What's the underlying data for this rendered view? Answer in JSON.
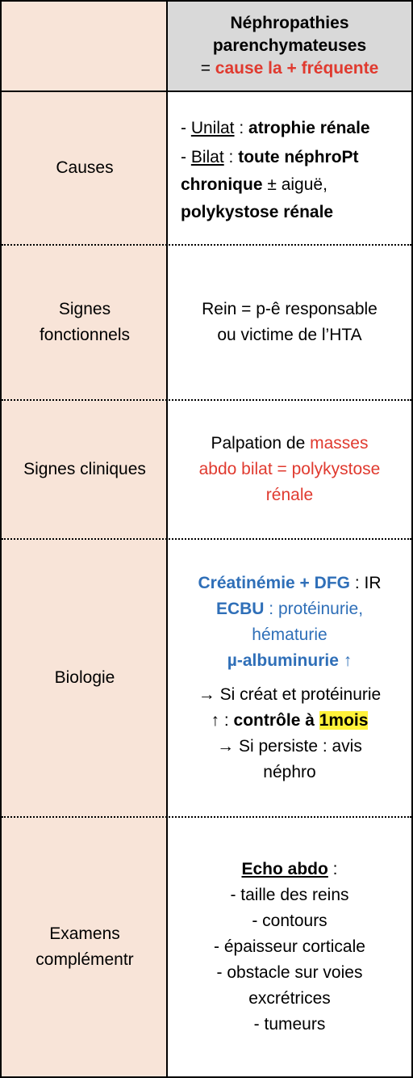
{
  "header": {
    "line1": "Néphropathies",
    "line2": "parenchymateuses",
    "line3_prefix": "= ",
    "line3_red": "cause la + fréquente"
  },
  "rows": {
    "causes": {
      "label": "Causes",
      "unilat_label": "Unilat",
      "unilat_sep": " : ",
      "unilat_text": "atrophie rénale",
      "bilat_label": "Bilat",
      "bilat_sep": " : ",
      "bilat_text1": "toute néphroPt chronique",
      "bilat_text2": " ± aiguë,",
      "bilat_text3": "polykystose rénale",
      "dash": "- "
    },
    "signes_fonctionnels": {
      "label_line1": "Signes",
      "label_line2": "fonctionnels",
      "text_line1": "Rein = p-ê responsable",
      "text_line2": "ou victime de l’HTA"
    },
    "signes_cliniques": {
      "label": "Signes cliniques",
      "text_prefix": "Palpation de ",
      "text_red1": "masses",
      "text_red2": "abdo bilat = polykystose",
      "text_red3": "rénale"
    },
    "biologie": {
      "label": "Biologie",
      "creat_bold": "Créatinémie + DFG",
      "creat_rest": " : IR",
      "ecbu_bold": "ECBU",
      "ecbu_rest": " : protéinurie,",
      "hematurie": "hématurie",
      "microalb": "µ-albuminurie ↑",
      "arrow1": "→ Si créat et protéinurie",
      "arrow1b_prefix": "↑ : ",
      "arrow1b_bold": "contrôle à ",
      "arrow1b_hl": "1mois",
      "arrow2": "→ Si persiste : avis",
      "arrow2b": "néphro"
    },
    "examens": {
      "label_line1": "Examens",
      "label_line2": "complémentr",
      "title": "Echo abdo",
      "title_sep": " :",
      "items": [
        "- taille des reins",
        "- contours",
        "- épaisseur corticale",
        "- obstacle sur voies excrétrices",
        "- tumeurs"
      ]
    }
  }
}
